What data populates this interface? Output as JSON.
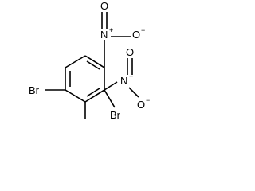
{
  "molecule": {
    "name": "",
    "atoms": {
      "br_left": "Br",
      "br_bottom": "Br",
      "n_top": "N",
      "n_top_charge": "+",
      "o_top_up": "O",
      "o_top_right": "O",
      "o_top_right_charge": "−",
      "n_right": "N",
      "n_right_charge": "+",
      "o_right_up": "O",
      "o_right_down": "O",
      "o_right_down_charge": "−"
    },
    "colors": {
      "bond": "#000000",
      "label": "#000000",
      "background": "#ffffff"
    }
  }
}
